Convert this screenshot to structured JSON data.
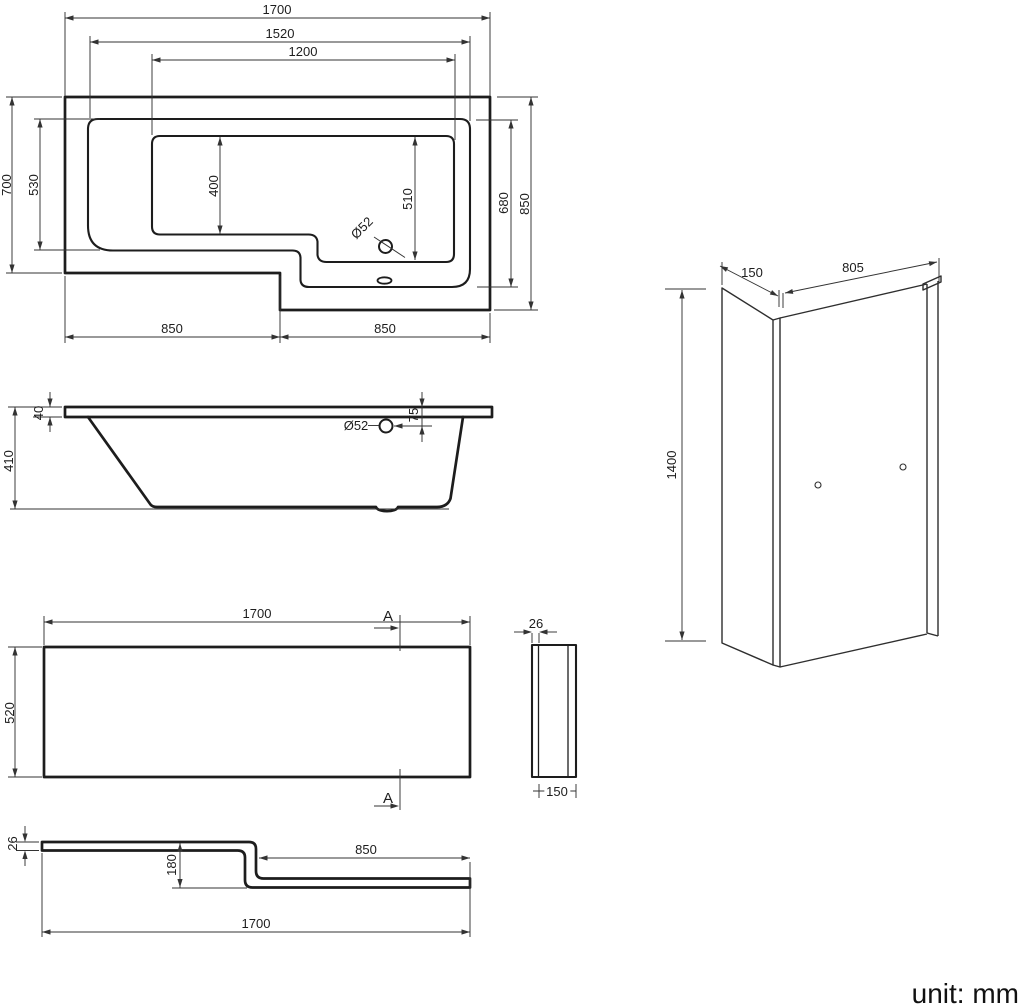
{
  "unit_note": "unit: mm",
  "views": {
    "top": {
      "dims": {
        "overall_length": "1700",
        "rim_length": "1520",
        "well_length": "1200",
        "left_width": "700",
        "left_rim_width": "530",
        "well_width_left": "400",
        "well_width_right": "510",
        "right_rim_width": "680",
        "right_width": "850",
        "bottom_left": "850",
        "bottom_right": "850",
        "drain_diameter": "Ø52"
      }
    },
    "side": {
      "dims": {
        "rim_thickness": "40",
        "height": "410",
        "overflow_diameter": "Ø52",
        "overflow_offset": "75"
      }
    },
    "screen": {
      "dims": {
        "return_width": "150",
        "panel_width": "805",
        "height": "1400"
      }
    },
    "front_panel": {
      "dims": {
        "length": "1700",
        "height": "520"
      },
      "section_marker": "A"
    },
    "panel_section": {
      "dims": {
        "thickness": "26",
        "width": "150"
      }
    },
    "profile": {
      "dims": {
        "thickness": "26",
        "step_height": "180",
        "step_length": "850",
        "overall_length": "1700"
      }
    }
  }
}
